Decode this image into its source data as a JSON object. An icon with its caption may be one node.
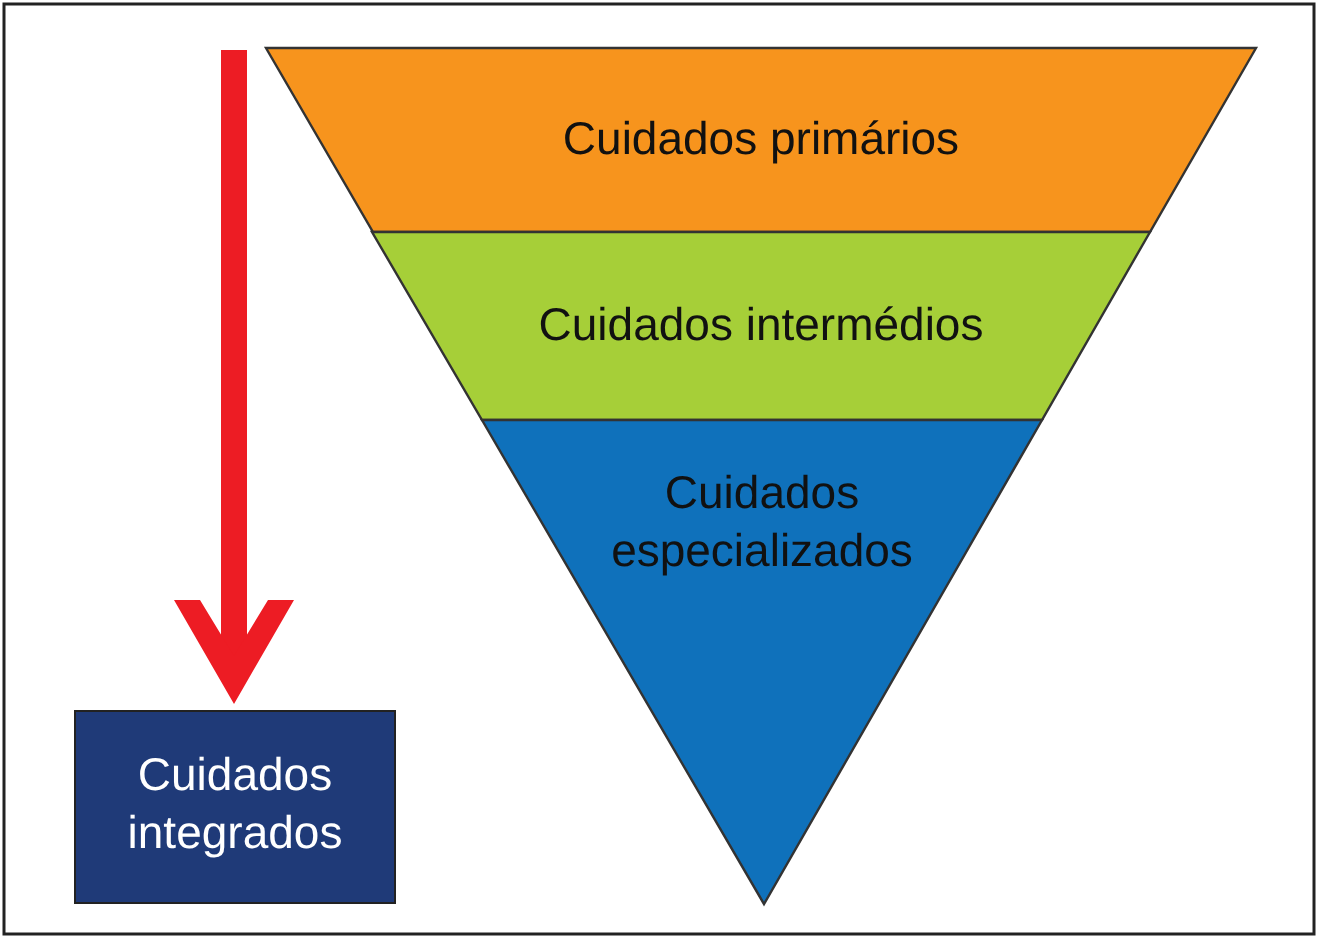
{
  "diagram": {
    "nodes": [
      {
        "text": [
          "Cuidados primários"
        ]
      },
      {
        "text": [
          "Cuidados intermédios"
        ]
      },
      {
        "text": [
          "Cuidados especializados"
        ]
      },
      {
        "text": [
          "Cuidados integrados"
        ]
      }
    ],
    "edges": [
      {
        "from": null,
        "to": 3,
        "arrow": "to"
      }
    ]
  }
}
